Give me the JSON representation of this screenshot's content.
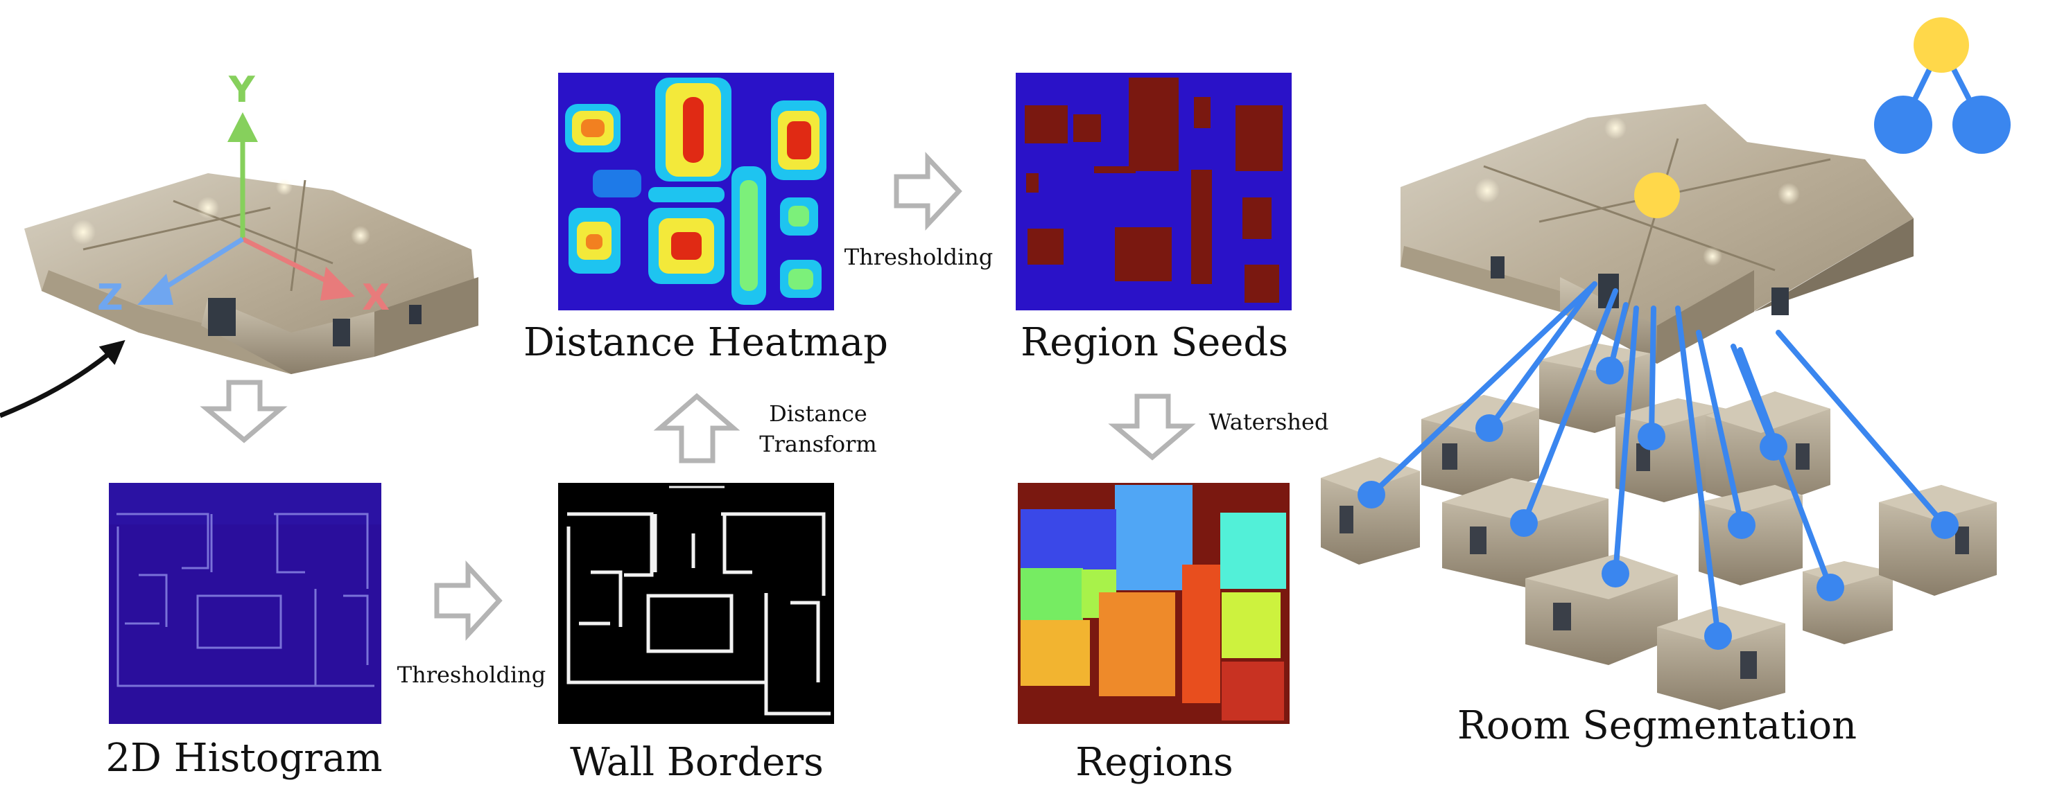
{
  "captions": {
    "distance_heatmap": "Distance Heatmap",
    "region_seeds": "Region Seeds",
    "histogram": "2D Histogram",
    "wall_borders": "Wall Borders",
    "regions": "Regions",
    "room_segmentation": "Room Segmentation"
  },
  "arrow_labels": {
    "thresholding_1": "Thresholding",
    "thresholding_2": "Thresholding",
    "distance_transform_line1": "Distance",
    "distance_transform_line2": "Transform",
    "watershed": "Watershed"
  },
  "axes": {
    "y": "Y",
    "x": "X",
    "z": "Z"
  },
  "colors": {
    "axis_y": "#86d05c",
    "axis_x": "#e87b7b",
    "axis_z": "#6fa6f0",
    "graph_blue": "#3a86ef",
    "graph_yellow": "#ffd84a",
    "hollow_arrow": "#b4b4b4",
    "heatmap_bg": "#2a12c8",
    "seed_red": "#7a1810",
    "histogram_bg": "#2a0e9c"
  }
}
